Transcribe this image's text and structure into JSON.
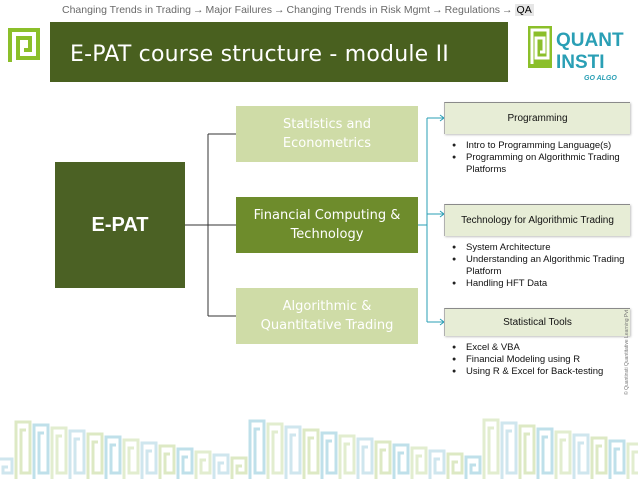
{
  "breadcrumb": {
    "items": [
      "Changing Trends in Trading",
      "Major Failures",
      "Changing Trends in Risk Mgmt",
      "Regulations"
    ],
    "current": "QA",
    "separator": "→"
  },
  "title": "E-PAT course structure - module II",
  "logo": {
    "word1": "QUANT",
    "word2": "INSTI",
    "tagline": "GO ALGO",
    "side_note": "© Quantinsti Quantitative Learning Pvt"
  },
  "root": {
    "label": "E-PAT"
  },
  "modules": [
    {
      "label": "Statistics and\nEconometrics"
    },
    {
      "label": "Financial Computing &\nTechnology"
    },
    {
      "label": "Algorithmic &\nQuantitative Trading"
    }
  ],
  "topics": [
    {
      "header": "Programming",
      "items": [
        "Intro to Programming Language(s)",
        "Programming on Algorithmic Trading Platforms"
      ]
    },
    {
      "header": "Technology for Algorithmic Trading",
      "items": [
        "System Architecture",
        "Understanding an Algorithmic Trading Platform",
        "Handling HFT Data"
      ]
    },
    {
      "header": "Statistical Tools",
      "items": [
        "Excel & VBA",
        "Financial Modeling using R",
        "Using R & Excel for Back-testing"
      ]
    }
  ],
  "colors": {
    "title_bar": "#49601f",
    "root_box": "#4b6124",
    "module_light": "#cfdca7",
    "module_dark": "#6e8c2c",
    "topic_header": "#e7edd6",
    "accent_teal": "#2a9fb5",
    "accent_green": "#8bbf2a"
  }
}
